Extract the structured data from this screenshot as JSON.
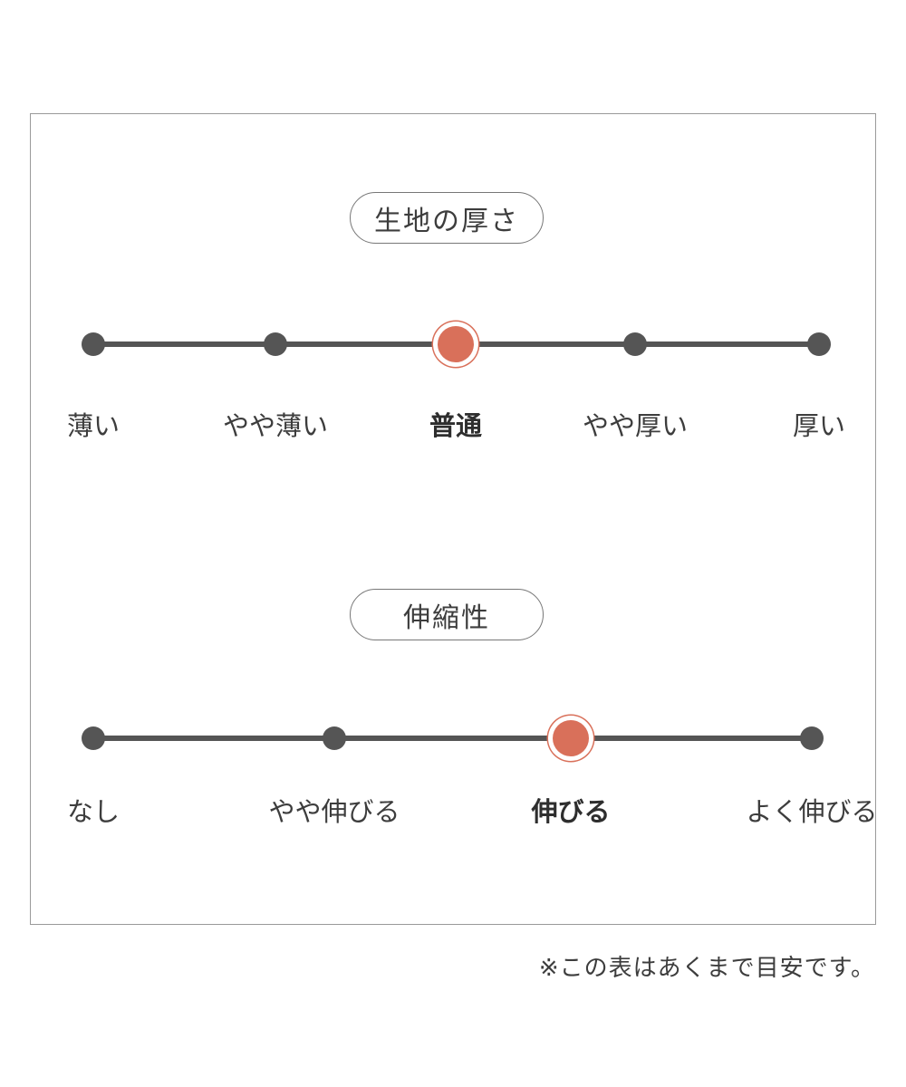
{
  "thickness": {
    "title": "生地の厚さ",
    "options": [
      "薄い",
      "やや薄い",
      "普通",
      "やや厚い",
      "厚い"
    ],
    "selected_index": 2
  },
  "stretch": {
    "title": "伸縮性",
    "options": [
      "なし",
      "やや伸びる",
      "伸びる",
      "よく伸びる"
    ],
    "selected_index": 2
  },
  "note": "※この表はあくまで目安です。",
  "colors": {
    "accent": "#d9705a",
    "dot": "#555555",
    "text": "#3d3d3d"
  }
}
